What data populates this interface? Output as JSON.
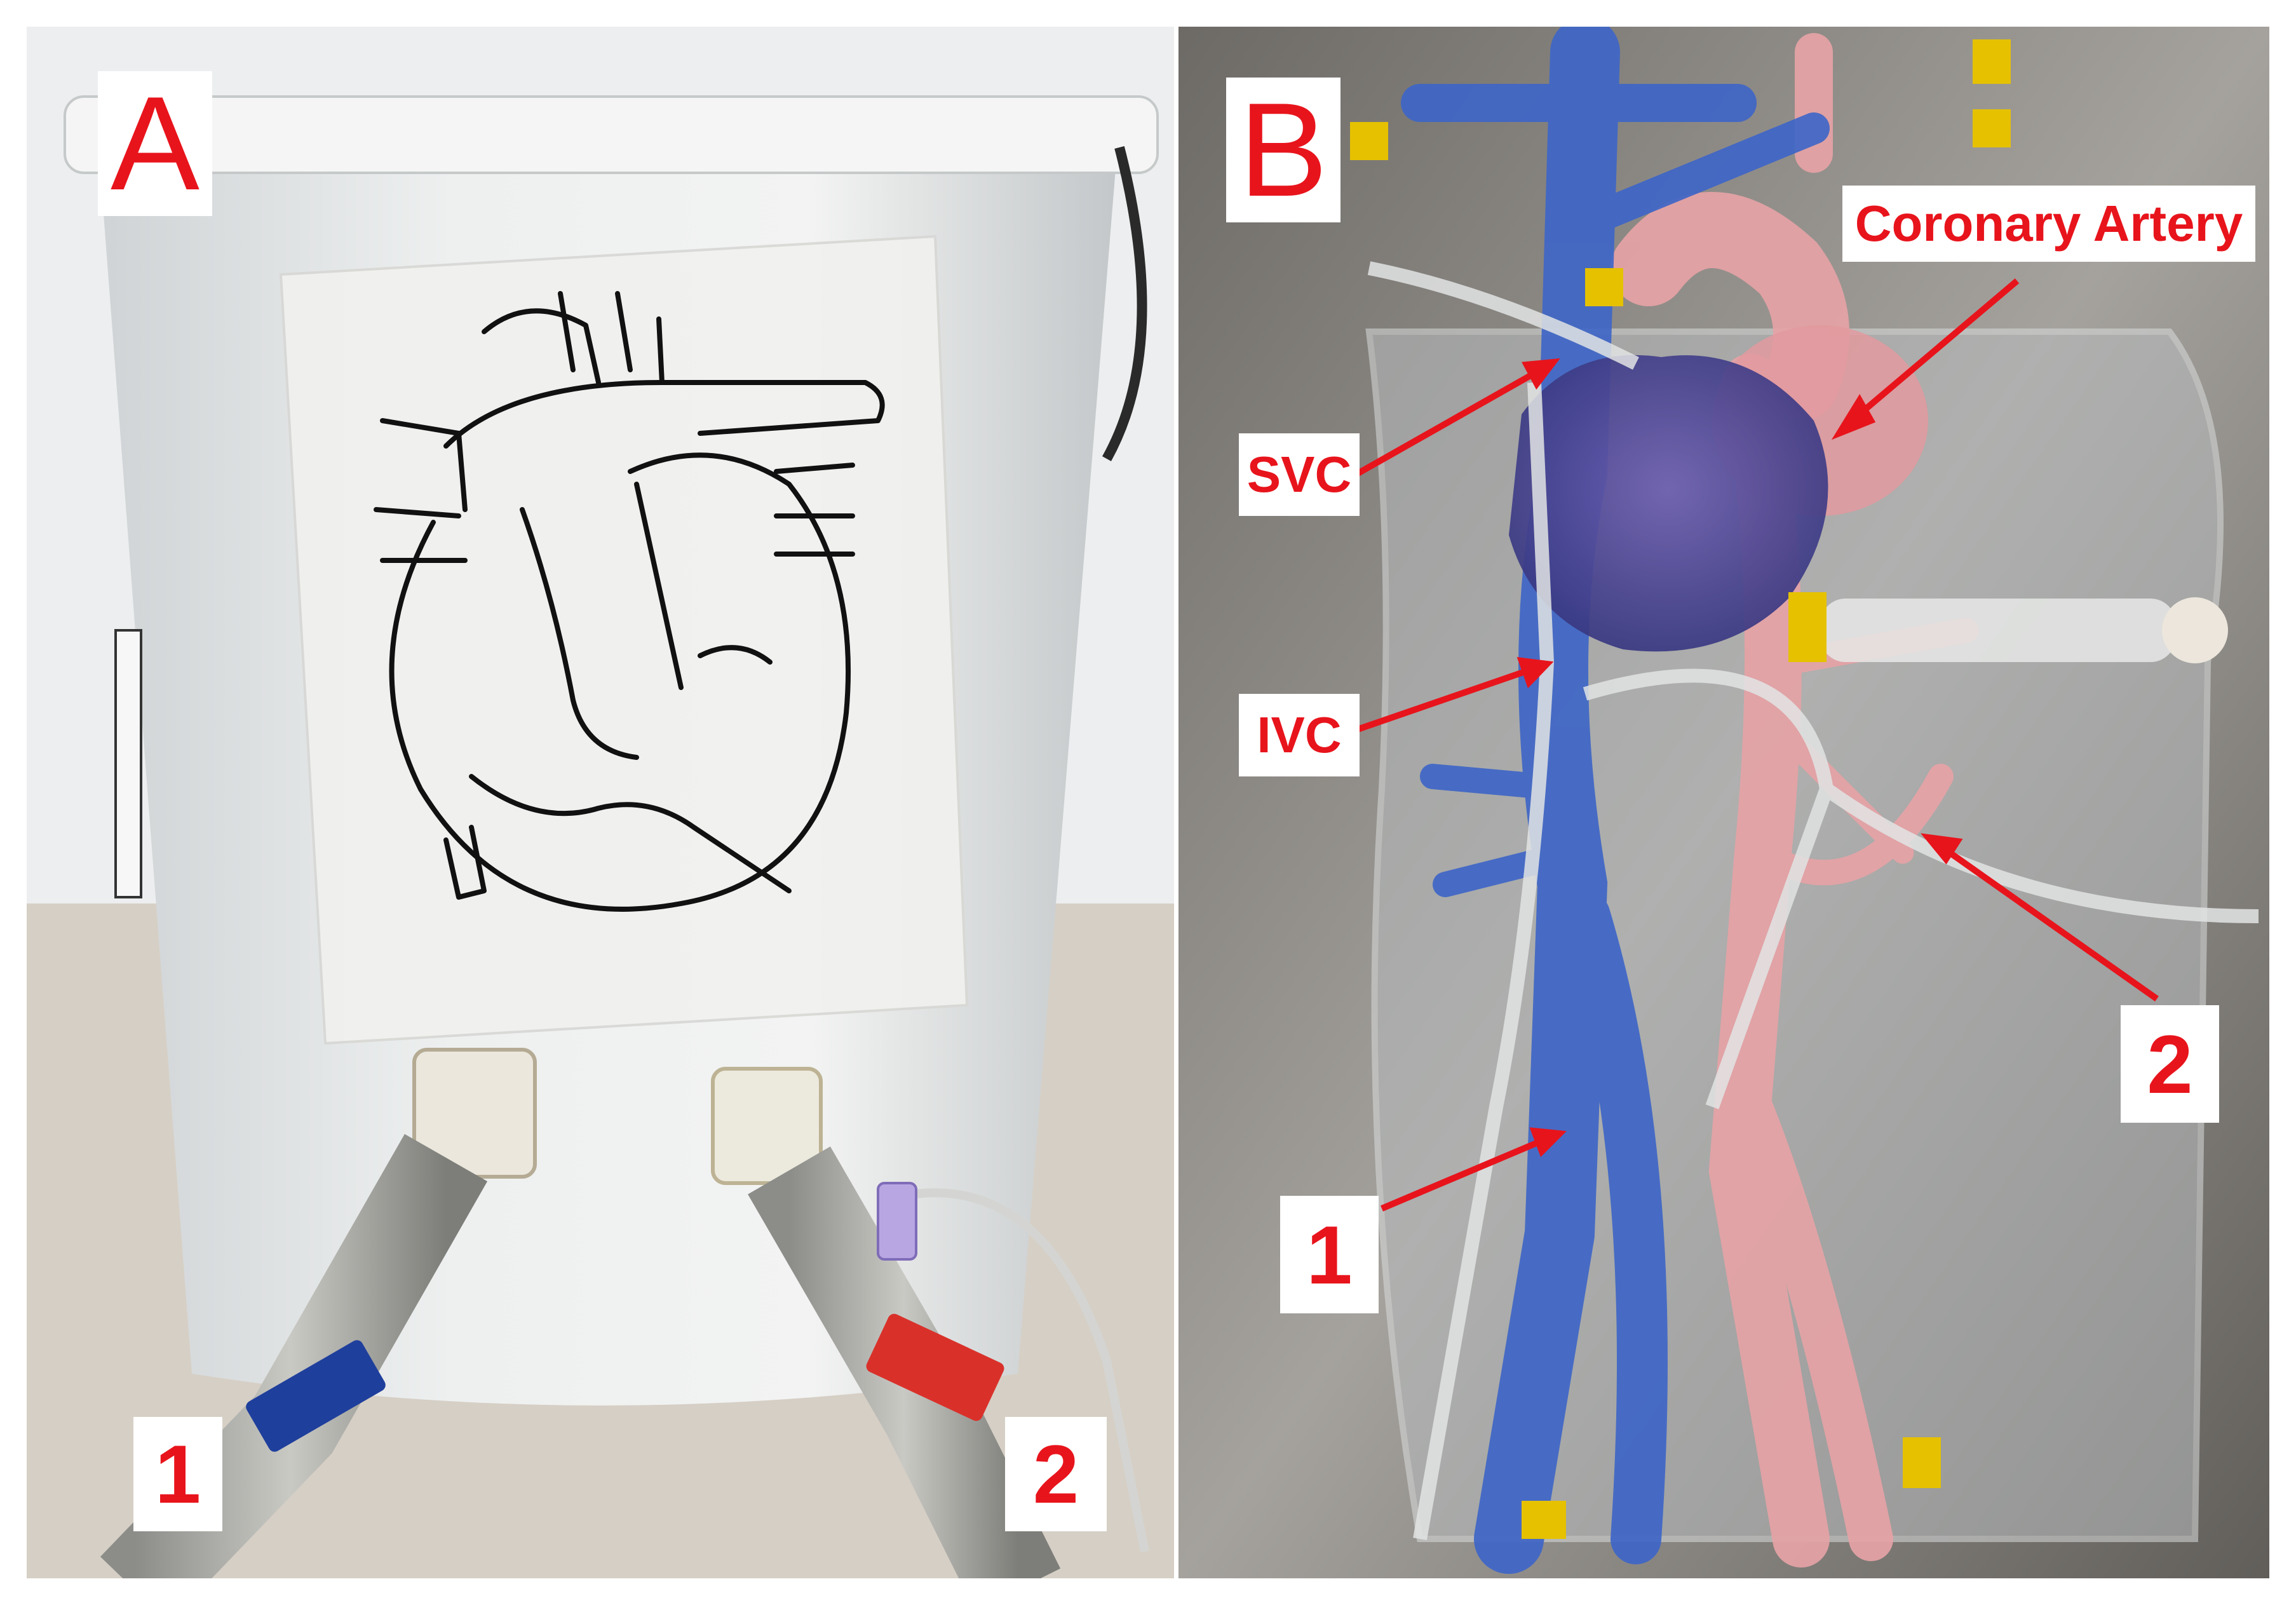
{
  "panels": {
    "a": {
      "label": "A",
      "markers": {
        "one": "1",
        "two": "2"
      }
    },
    "b": {
      "label": "B",
      "markers": {
        "one": "1",
        "two": "2"
      },
      "annotations": {
        "coronary_artery": "Coronary Artery",
        "svc": "SVC",
        "ivc": "IVC"
      }
    }
  },
  "colors": {
    "label_red": "#e8141c",
    "vein_blue": "#3f66c7",
    "artery_pink": "#e6a3a6",
    "tape_blue": "#1f3f9c",
    "tape_red": "#d9312a"
  }
}
